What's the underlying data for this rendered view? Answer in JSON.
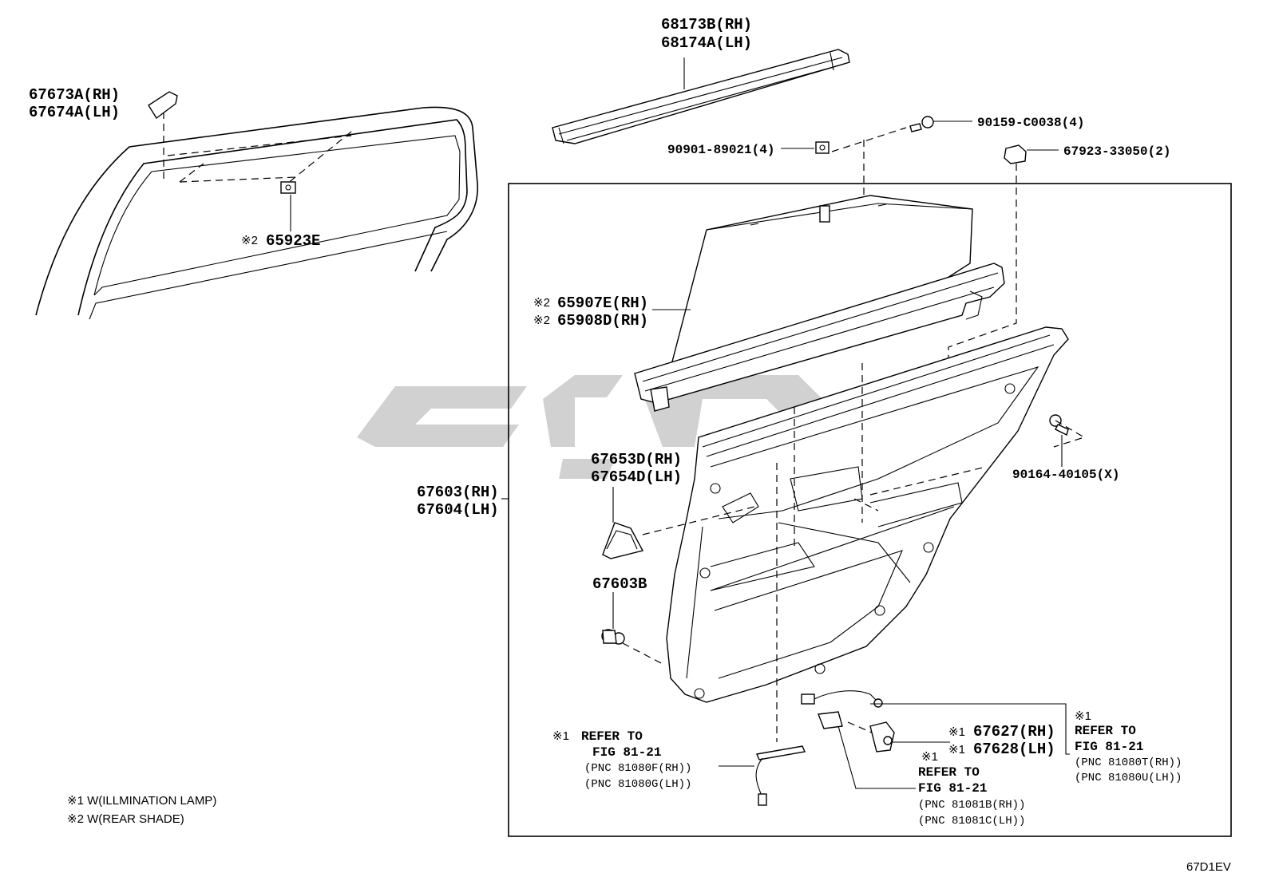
{
  "labels": {
    "p68173b": "68173B(RH)",
    "p68174a": "68174A(LH)",
    "p67673a": "67673A(RH)",
    "p67674a": "67674A(LH)",
    "p90159": "90159-C0038(4)",
    "p90901": "90901-89021(4)",
    "p67923": "67923-33050(2)",
    "p65923e": "65923E",
    "p65907e": "65907E(RH)",
    "p65908d": "65908D(RH)",
    "p67603": "67603(RH)",
    "p67604": "67604(LH)",
    "p67653d": "67653D(RH)",
    "p67654d": "67654D(LH)",
    "p67603b": "67603B",
    "p90164": "90164-40105(X)",
    "p67627": "67627(RH)",
    "p67628": "67628(LH)"
  },
  "marks": {
    "m1": "※1",
    "m2": "※2"
  },
  "refs": {
    "left": {
      "refer": "REFER TO",
      "fig": "FIG 81-21",
      "pnc1": "(PNC 81080F(RH))",
      "pnc2": "(PNC 81080G(LH))"
    },
    "middle": {
      "refer": "REFER TO",
      "fig": "FIG 81-21",
      "pnc1": "(PNC 81081B(RH))",
      "pnc2": "(PNC 81081C(LH))"
    },
    "right": {
      "refer": "REFER TO",
      "fig": "FIG 81-21",
      "pnc1": "(PNC 81080T(RH))",
      "pnc2": "(PNC 81080U(LH))"
    }
  },
  "notes": {
    "n1": "※1 W(ILLMINATION LAMP)",
    "n2": "※2 W(REAR SHADE)"
  },
  "code": "67D1EV"
}
